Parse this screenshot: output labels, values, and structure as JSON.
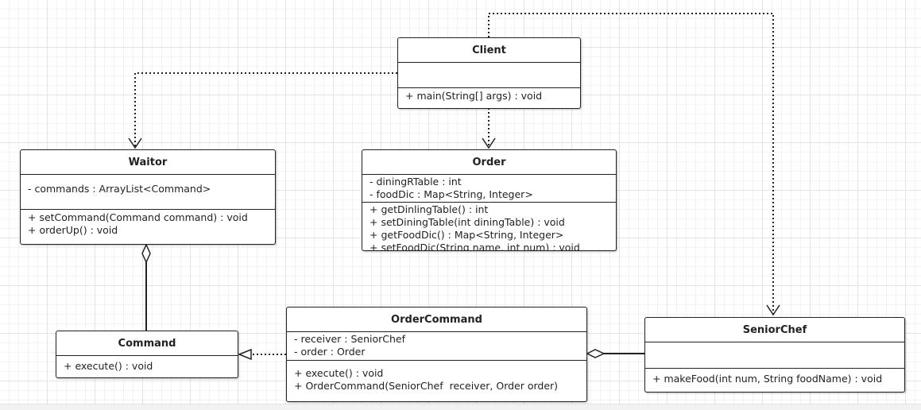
{
  "classes": {
    "client": {
      "name": "Client",
      "attributes": [],
      "methods": [
        "+ main(String[] args) : void"
      ]
    },
    "waitor": {
      "name": "Waitor",
      "attributes": [
        "- commands : ArrayList<Command>"
      ],
      "methods": [
        "+ setCommand(Command command) : void",
        "+ orderUp() : void"
      ]
    },
    "order": {
      "name": "Order",
      "attributes": [
        "- diningRTable : int",
        "- foodDic : Map<String, Integer>"
      ],
      "methods": [
        "+ getDinlingTable() : int",
        "+ setDiningTable(int diningTable) : void",
        "+ getFoodDic() : Map<String, Integer>",
        "+ setFoodDic(String name, int num) : void"
      ]
    },
    "command": {
      "name": "Command",
      "methods": [
        "+ execute() : void"
      ]
    },
    "order_command": {
      "name": "OrderCommand",
      "attributes": [
        "- receiver : SeniorChef",
        "- order : Order"
      ],
      "methods": [
        "+ execute() : void",
        "+ OrderCommand(SeniorChef  receiver, Order order)"
      ]
    },
    "senior_chef": {
      "name": "SeniorChef",
      "attributes": [],
      "methods": [
        "+ makeFood(int num, String foodName) : void"
      ]
    }
  },
  "relations": [
    {
      "from": "client",
      "to": "waitor",
      "kind": "dependency"
    },
    {
      "from": "client",
      "to": "order",
      "kind": "dependency"
    },
    {
      "from": "client",
      "to": "senior_chef",
      "kind": "dependency"
    },
    {
      "from": "order_command",
      "to": "command",
      "kind": "realization"
    },
    {
      "from": "waitor",
      "to": "command",
      "kind": "aggregation"
    },
    {
      "from": "order_command",
      "to": "senior_chef",
      "kind": "aggregation"
    }
  ],
  "colors": {
    "line": "#222222",
    "fill": "#ffffff"
  }
}
